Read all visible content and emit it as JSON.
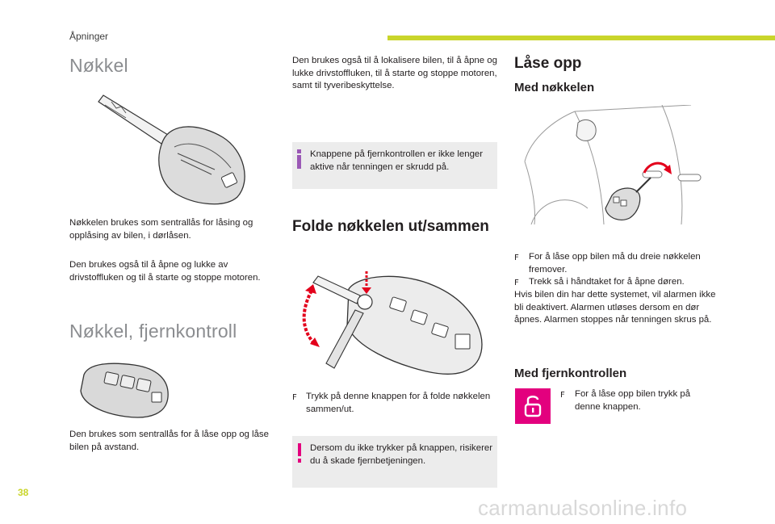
{
  "header": {
    "section_tag": "Åpninger",
    "page_number": "38",
    "accent_color": "#c9d52b"
  },
  "col1": {
    "title_key": "Nøkkel",
    "key_text_1": "Nøkkelen brukes som sentrallås for låsing og opplåsing av bilen, i dørlåsen.",
    "key_text_2": "Den brukes også til å åpne og lukke av drivstoffluken og til å starte og stoppe motoren.",
    "title_remote": "Nøkkel, fjernkontroll",
    "remote_text": "Den brukes som sentrallås for å låse opp og låse bilen på avstand."
  },
  "col2": {
    "intro_text": "Den brukes også til å lokalisere bilen, til å åpne og lukke drivstoffluken, til å starte og stoppe motoren, samt til tyveribeskyttelse.",
    "info_text": "Knappene på fjernkontrollen er ikke lenger aktive når tenningen er skrudd på.",
    "title_fold": "Folde nøkkelen ut/sammen",
    "fold_bullet": "Trykk på denne knappen for å folde nøkkelen sammen/ut.",
    "warning_text": "Dersom du ikke trykker på knappen, risikerer du å skade fjernbetjeningen.",
    "info_color": "#9b59b6",
    "warning_color": "#e3007e"
  },
  "col3": {
    "title_unlock": "Låse opp",
    "subtitle_key": "Med nøkkelen",
    "bullet_1": "For å låse opp bilen må du dreie nøkkelen fremover.",
    "bullet_2": "Trekk så i håndtaket for å åpne døren.",
    "alarm_text": "Hvis bilen din har dette systemet, vil alarmen ikke bli deaktivert. Alarmen utløses dersom en dør åpnes. Alarmen stoppes når tenningen skrus på.",
    "subtitle_remote": "Med fjernkontrollen",
    "remote_bullet": "For å låse opp bilen trykk på denne knappen.",
    "unlock_button_color": "#e3007e"
  },
  "icons": {
    "bullet": "F",
    "info": "i",
    "warning": "!"
  },
  "footer": {
    "watermark": "carmanualsonline.info"
  }
}
